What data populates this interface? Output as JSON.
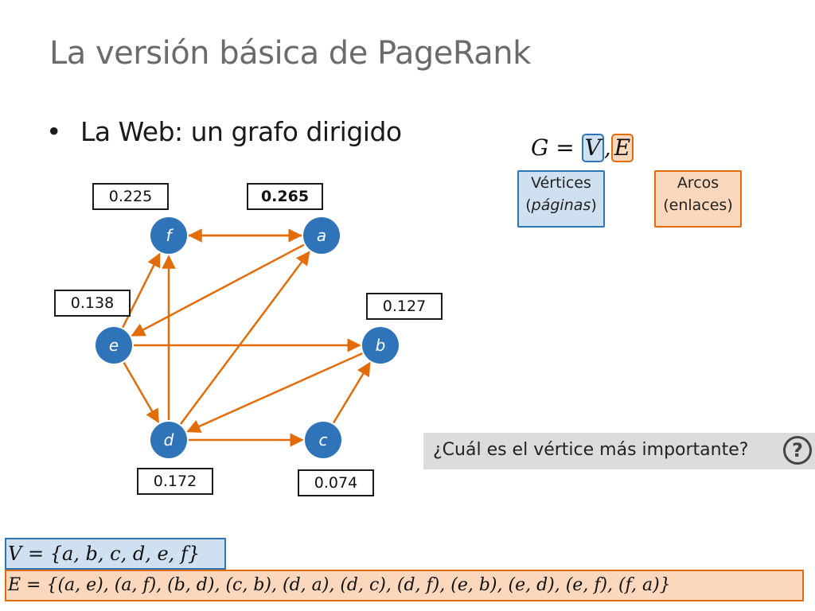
{
  "title": "La versión básica de PageRank",
  "bullet": "La Web: un grafo dirigido",
  "graph_eq": {
    "g": "G =",
    "v": "V",
    "comma": ",",
    "e": "E"
  },
  "legend": {
    "vertices_line1": "Vértices",
    "vertices_line2": "páginas",
    "arcs_line1": "Arcos",
    "arcs_line2": "(enlaces)"
  },
  "nodes": [
    {
      "id": "a",
      "label": "a",
      "score": "0.265"
    },
    {
      "id": "b",
      "label": "b",
      "score": "0.127"
    },
    {
      "id": "c",
      "label": "c",
      "score": "0.074"
    },
    {
      "id": "d",
      "label": "d",
      "score": "0.172"
    },
    {
      "id": "e",
      "label": "e",
      "score": "0.138"
    },
    {
      "id": "f",
      "label": "f",
      "score": "0.225"
    }
  ],
  "edges": [
    [
      "a",
      "e"
    ],
    [
      "a",
      "f"
    ],
    [
      "b",
      "d"
    ],
    [
      "c",
      "b"
    ],
    [
      "d",
      "a"
    ],
    [
      "d",
      "c"
    ],
    [
      "d",
      "f"
    ],
    [
      "e",
      "b"
    ],
    [
      "e",
      "d"
    ],
    [
      "e",
      "f"
    ],
    [
      "f",
      "a"
    ]
  ],
  "question": "¿Cuál es el vértice más importante?",
  "question_icon": "?",
  "vertex_set": "V = {a, b, c, d, e, f}",
  "edge_set": "E = {(a, e), (a, f), (b, d), (c, b), (d, a), (d, c), (d, f), (e, b), (e, d), (e, f), (f, a)}",
  "colors": {
    "node": "#2f73b8",
    "edge": "#e36c0a",
    "vertex_box": "#cfe0f1",
    "arc_box": "#fbd7bd"
  }
}
